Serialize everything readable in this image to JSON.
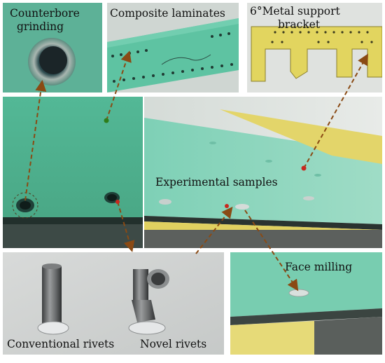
{
  "figure": {
    "labels": {
      "counterbore_line1": "Counterbore",
      "counterbore_line2": "grinding",
      "composite": "Composite laminates",
      "bracket_line1": "6°Metal support",
      "bracket_line2": "bracket",
      "experimental": "Experimental samples",
      "face_milling": "Face milling",
      "conventional": "Conventional rivets",
      "novel": "Novel rivets"
    },
    "colors": {
      "laminate_green": "#5fc6a4",
      "bracket_yellow": "#e3d66a",
      "arrow_brown": "#8a4a14",
      "marker_red": "#c8281e",
      "marker_green": "#2e7d1a"
    }
  }
}
